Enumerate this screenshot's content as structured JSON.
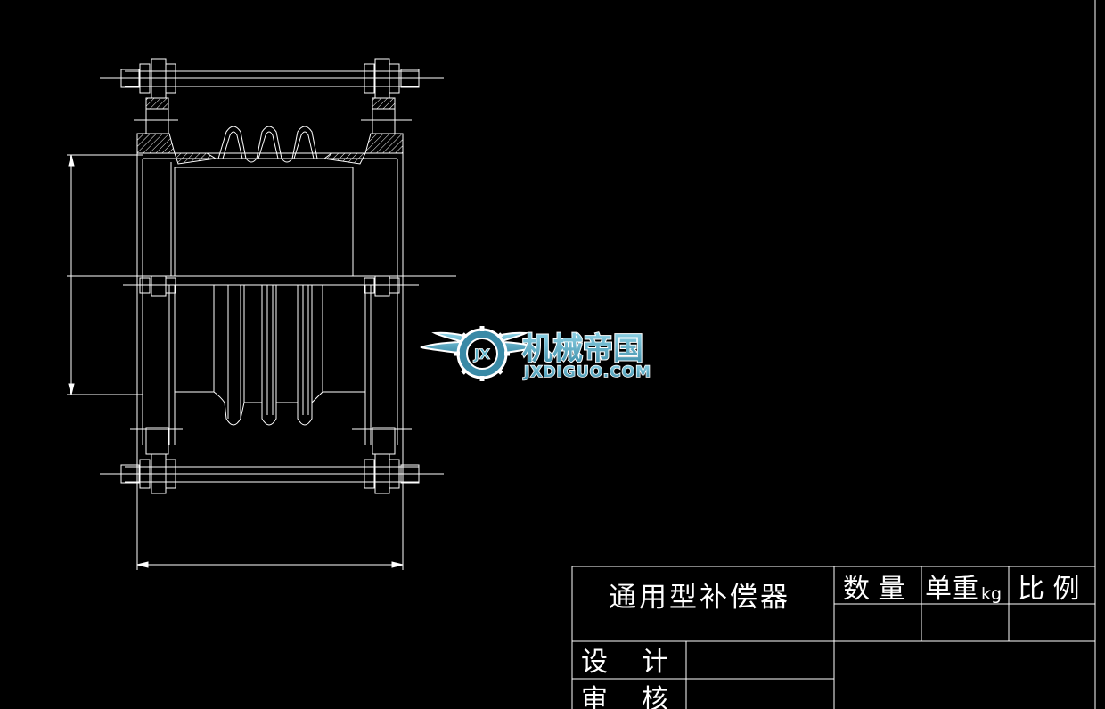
{
  "drawing": {
    "background": "#000000",
    "line_color": "#ffffff"
  },
  "title_block": {
    "part_name": "通用型补偿器",
    "header_quantity": "数 量",
    "header_unit_weight": "单重",
    "header_unit_weight_unit": "kg",
    "header_scale": "比 例",
    "row_design": "设    计",
    "row_review": "审    核"
  },
  "watermark": {
    "brand_cn": "机械帝国",
    "brand_url": "JXDIGUO.COM",
    "emblem_letters": "JX",
    "colors": {
      "primary": "#5ab0c8",
      "outline": "#ffffff"
    }
  }
}
